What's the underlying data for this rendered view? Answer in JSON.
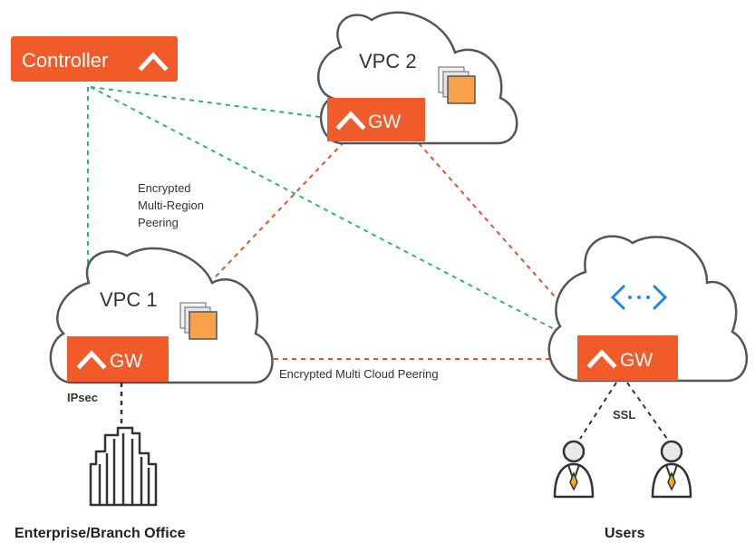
{
  "colors": {
    "accent": "#f15a29",
    "green_line": "#2bb673",
    "red_line": "#e8502a",
    "cloud_stroke": "#555555",
    "instance_fill": "#f7a24a",
    "user_tie": "#f7a823"
  },
  "controller": {
    "label": "Controller",
    "icon": "chevron-up-icon"
  },
  "vpc2": {
    "label": "VPC 2",
    "gateway_label": "GW",
    "icon": "instance-stack-icon"
  },
  "vpc1": {
    "label": "VPC 1",
    "gateway_label": "GW",
    "icon": "instance-stack-icon"
  },
  "remote_cloud": {
    "gateway_label": "GW",
    "icon": "virtual-network-icon"
  },
  "labels": {
    "multi_region_line1": "Encrypted",
    "multi_region_line2": "Multi-Region",
    "multi_region_line3": "Peering",
    "multi_cloud": "Encrypted Multi Cloud Peering",
    "ipsec": "IPsec",
    "ssl": "SSL"
  },
  "captions": {
    "enterprise": "Enterprise/Branch Office",
    "users": "Users"
  }
}
